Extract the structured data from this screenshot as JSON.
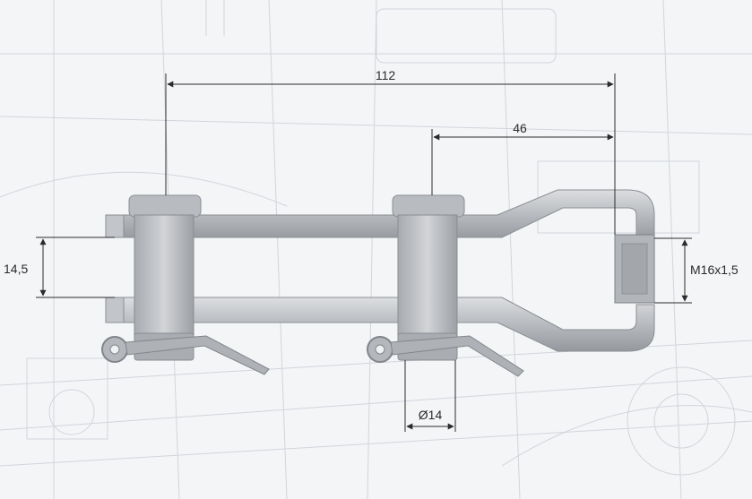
{
  "dimensions": {
    "overall_length": "112",
    "bushing_offset": "46",
    "inner_width": "14,5",
    "pin_diameter": "Ø14",
    "thread": "M16x1,5"
  },
  "colors": {
    "background": "#f4f5f7",
    "blueprint_line": "#b9c0cc",
    "metal_light": "#c9cbcf",
    "metal_mid": "#a9acb1",
    "metal_dark": "#7d8086",
    "dimension_line": "#2b2b2b"
  }
}
